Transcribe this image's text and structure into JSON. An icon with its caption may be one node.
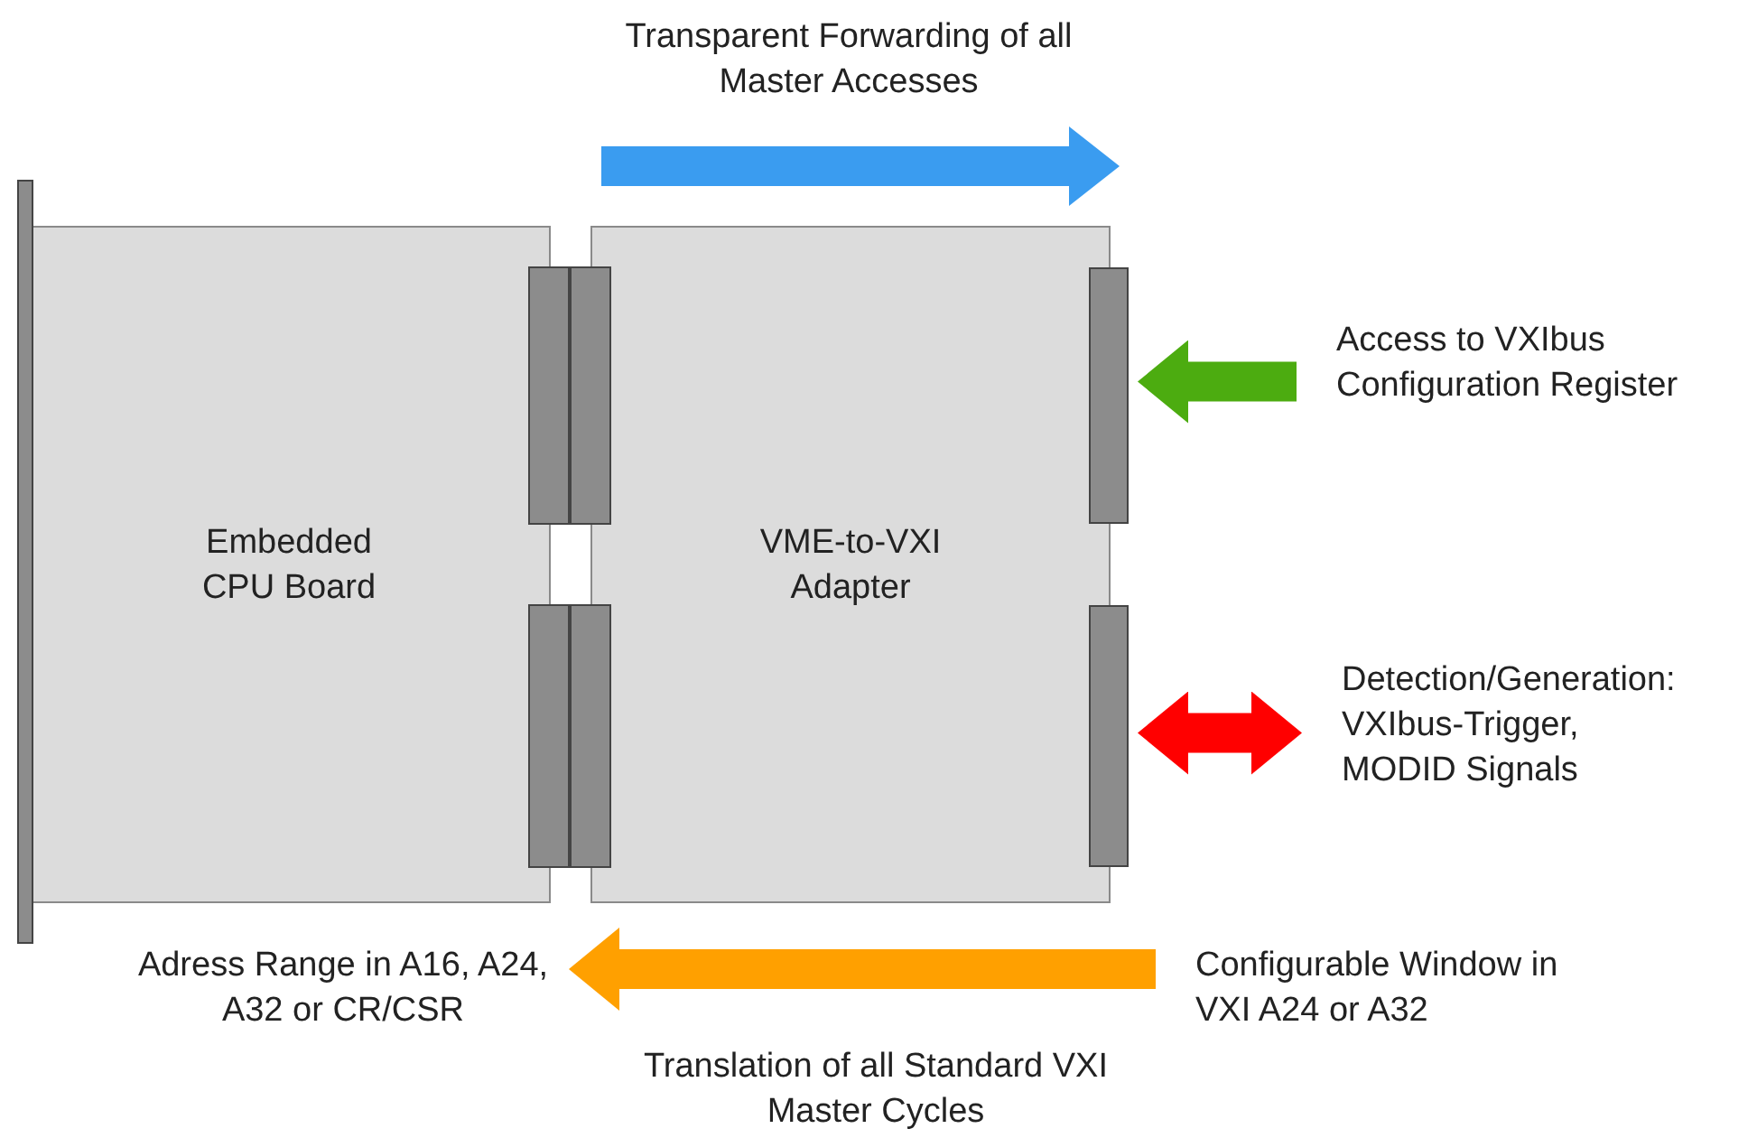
{
  "diagram": {
    "nodes": [
      {
        "text": [
          "Embedded CPU Board"
        ]
      },
      {
        "text": [
          "VME-to-VXI Adapter"
        ]
      },
      {
        "text": [],
        "shape": "bar"
      },
      {
        "text": [],
        "shape": "bar"
      },
      {
        "text": [
          "Access to VXIbus Configuration Register"
        ]
      },
      {
        "text": [
          "Detection/Generation: VXIbus-Trigger, MODID Signals"
        ]
      },
      {
        "text": [
          "Adress Range in A16, A24, A32 or CR/CSR"
        ]
      },
      {
        "text": [
          "Configurable Window in VXI A24 or A32"
        ]
      }
    ],
    "edges": [
      {
        "from": 4,
        "to": 2,
        "arrow": "to",
        "color": "#4cac10"
      },
      {
        "from": 5,
        "to": 3,
        "arrow": "both",
        "color": "#ff0000"
      },
      {
        "from": 7,
        "to": 6,
        "arrow": "to",
        "color": "#ffa000"
      }
    ],
    "labels": [
      "Transparent Forwarding of all Master Accesses",
      "Translation of all Standard VXI Master Cycles"
    ]
  }
}
